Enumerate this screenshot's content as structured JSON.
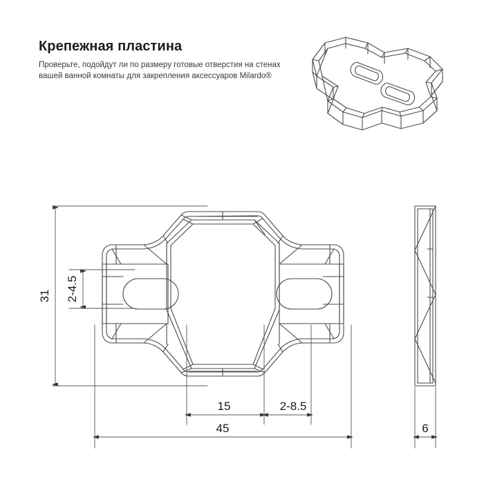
{
  "header": {
    "title": "Крепежная пластина",
    "description_line1": "Проверьте, подойдут ли по размеру готовые отверстия на стенах",
    "description_line2": "вашей ванной комнаты для закрепления аксессуаров Milardo®"
  },
  "views": {
    "isometric_label": "isometric-view",
    "top_label": "top-view",
    "side_label": "side-view"
  },
  "dimensions": {
    "height_overall": "31",
    "slot_height": "2-4.5",
    "center_width": "15",
    "slot_offset": "2-8.5",
    "width_overall": "45",
    "thickness": "6"
  },
  "colors": {
    "outline": "#4a4a4a",
    "dimension_line": "#555555",
    "text": "#1a1a1a",
    "background": "#ffffff"
  }
}
